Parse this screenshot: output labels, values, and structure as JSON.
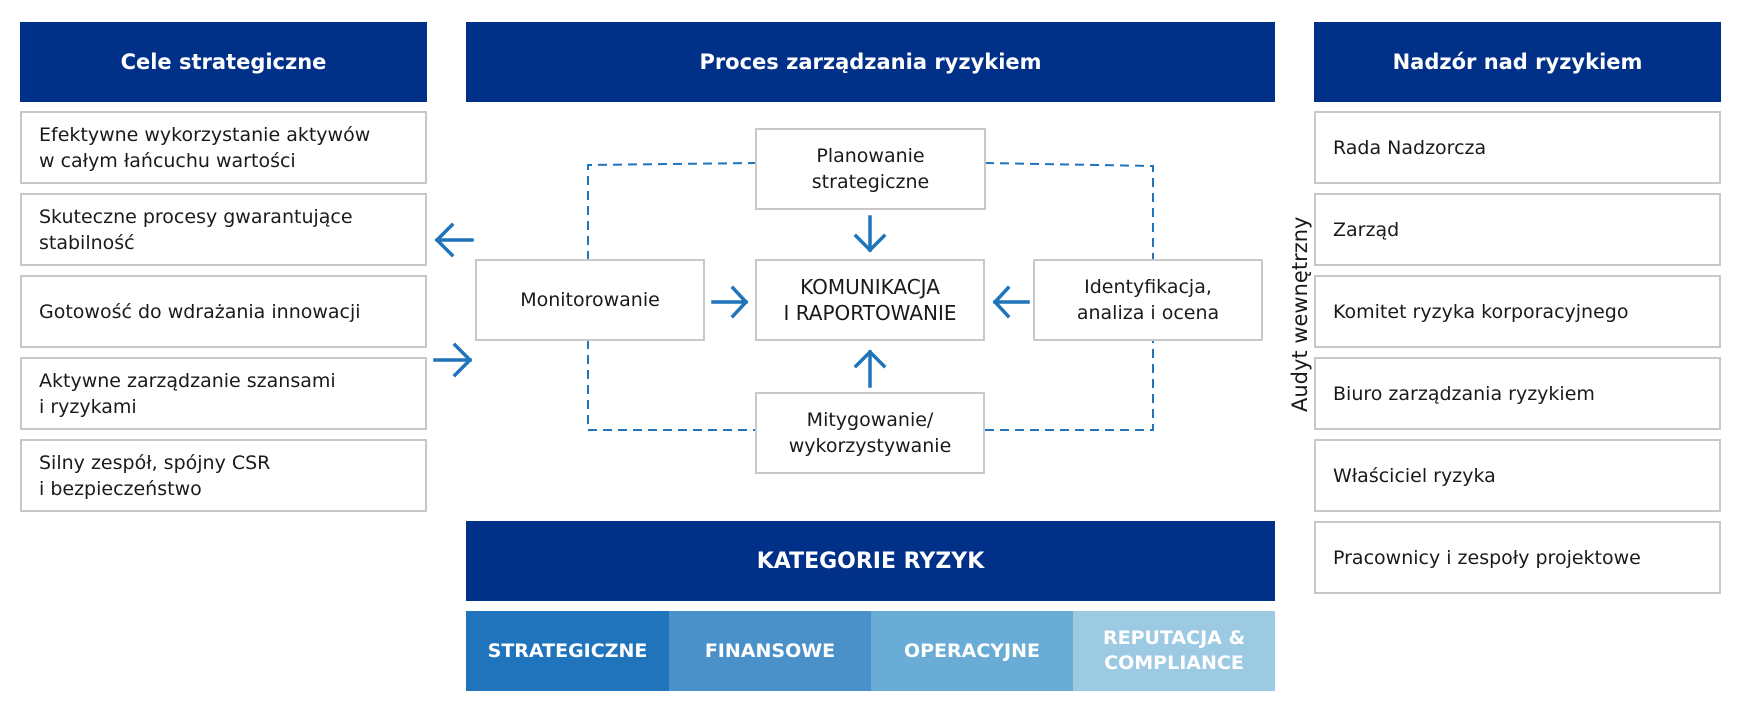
{
  "colors": {
    "header_bg": "#003087",
    "arrow": "#1f74bb",
    "border": "#c8c8c8",
    "cat_strategic": "#1f74bb",
    "cat_financial": "#4b91c9",
    "cat_operational": "#69acd6",
    "cat_reputation": "#9ccae3"
  },
  "left": {
    "title": "Cele strategiczne",
    "items": [
      {
        "line1": "Efektywne wykorzystanie aktywów",
        "line2": "w całym łańcuchu wartości"
      },
      {
        "line1": "Skuteczne procesy gwarantujące",
        "line2": "stabilność"
      },
      {
        "line1": "Gotowość do wdrażania innowacji",
        "line2": ""
      },
      {
        "line1": "Aktywne zarządzanie szansami",
        "line2": "i ryzykami"
      },
      {
        "line1": "Silny zespół, spójny CSR",
        "line2": "i bezpieczeństwo"
      }
    ]
  },
  "center": {
    "title": "Proces zarządzania ryzykiem",
    "planning": {
      "line1": "Planowanie",
      "line2": "strategiczne"
    },
    "monitoring": "Monitorowanie",
    "communication": {
      "line1": "KOMUNIKACJA",
      "line2": "I RAPORTOWANIE"
    },
    "identification": {
      "line1": "Identyfikacja,",
      "line2": "analiza i ocena"
    },
    "mitigation": {
      "line1": "Mitygowanie/",
      "line2": "wykorzystywanie"
    },
    "categories_title": "KATEGORIE RYZYK",
    "categories": [
      {
        "line1": "STRATEGICZNE",
        "line2": ""
      },
      {
        "line1": "FINANSOWE",
        "line2": ""
      },
      {
        "line1": "OPERACYJNE",
        "line2": ""
      },
      {
        "line1": "REPUTACJA &",
        "line2": "COMPLIANCE"
      }
    ]
  },
  "right": {
    "title": "Nadzór nad ryzykiem",
    "side_label": "Audyt wewnętrzny",
    "items": [
      "Rada Nadzorcza",
      "Zarząd",
      "Komitet ryzyka korporacyjnego",
      "Biuro zarządzania ryzykiem",
      "Właściciel ryzyka",
      "Pracownicy i zespoły projektowe"
    ]
  }
}
